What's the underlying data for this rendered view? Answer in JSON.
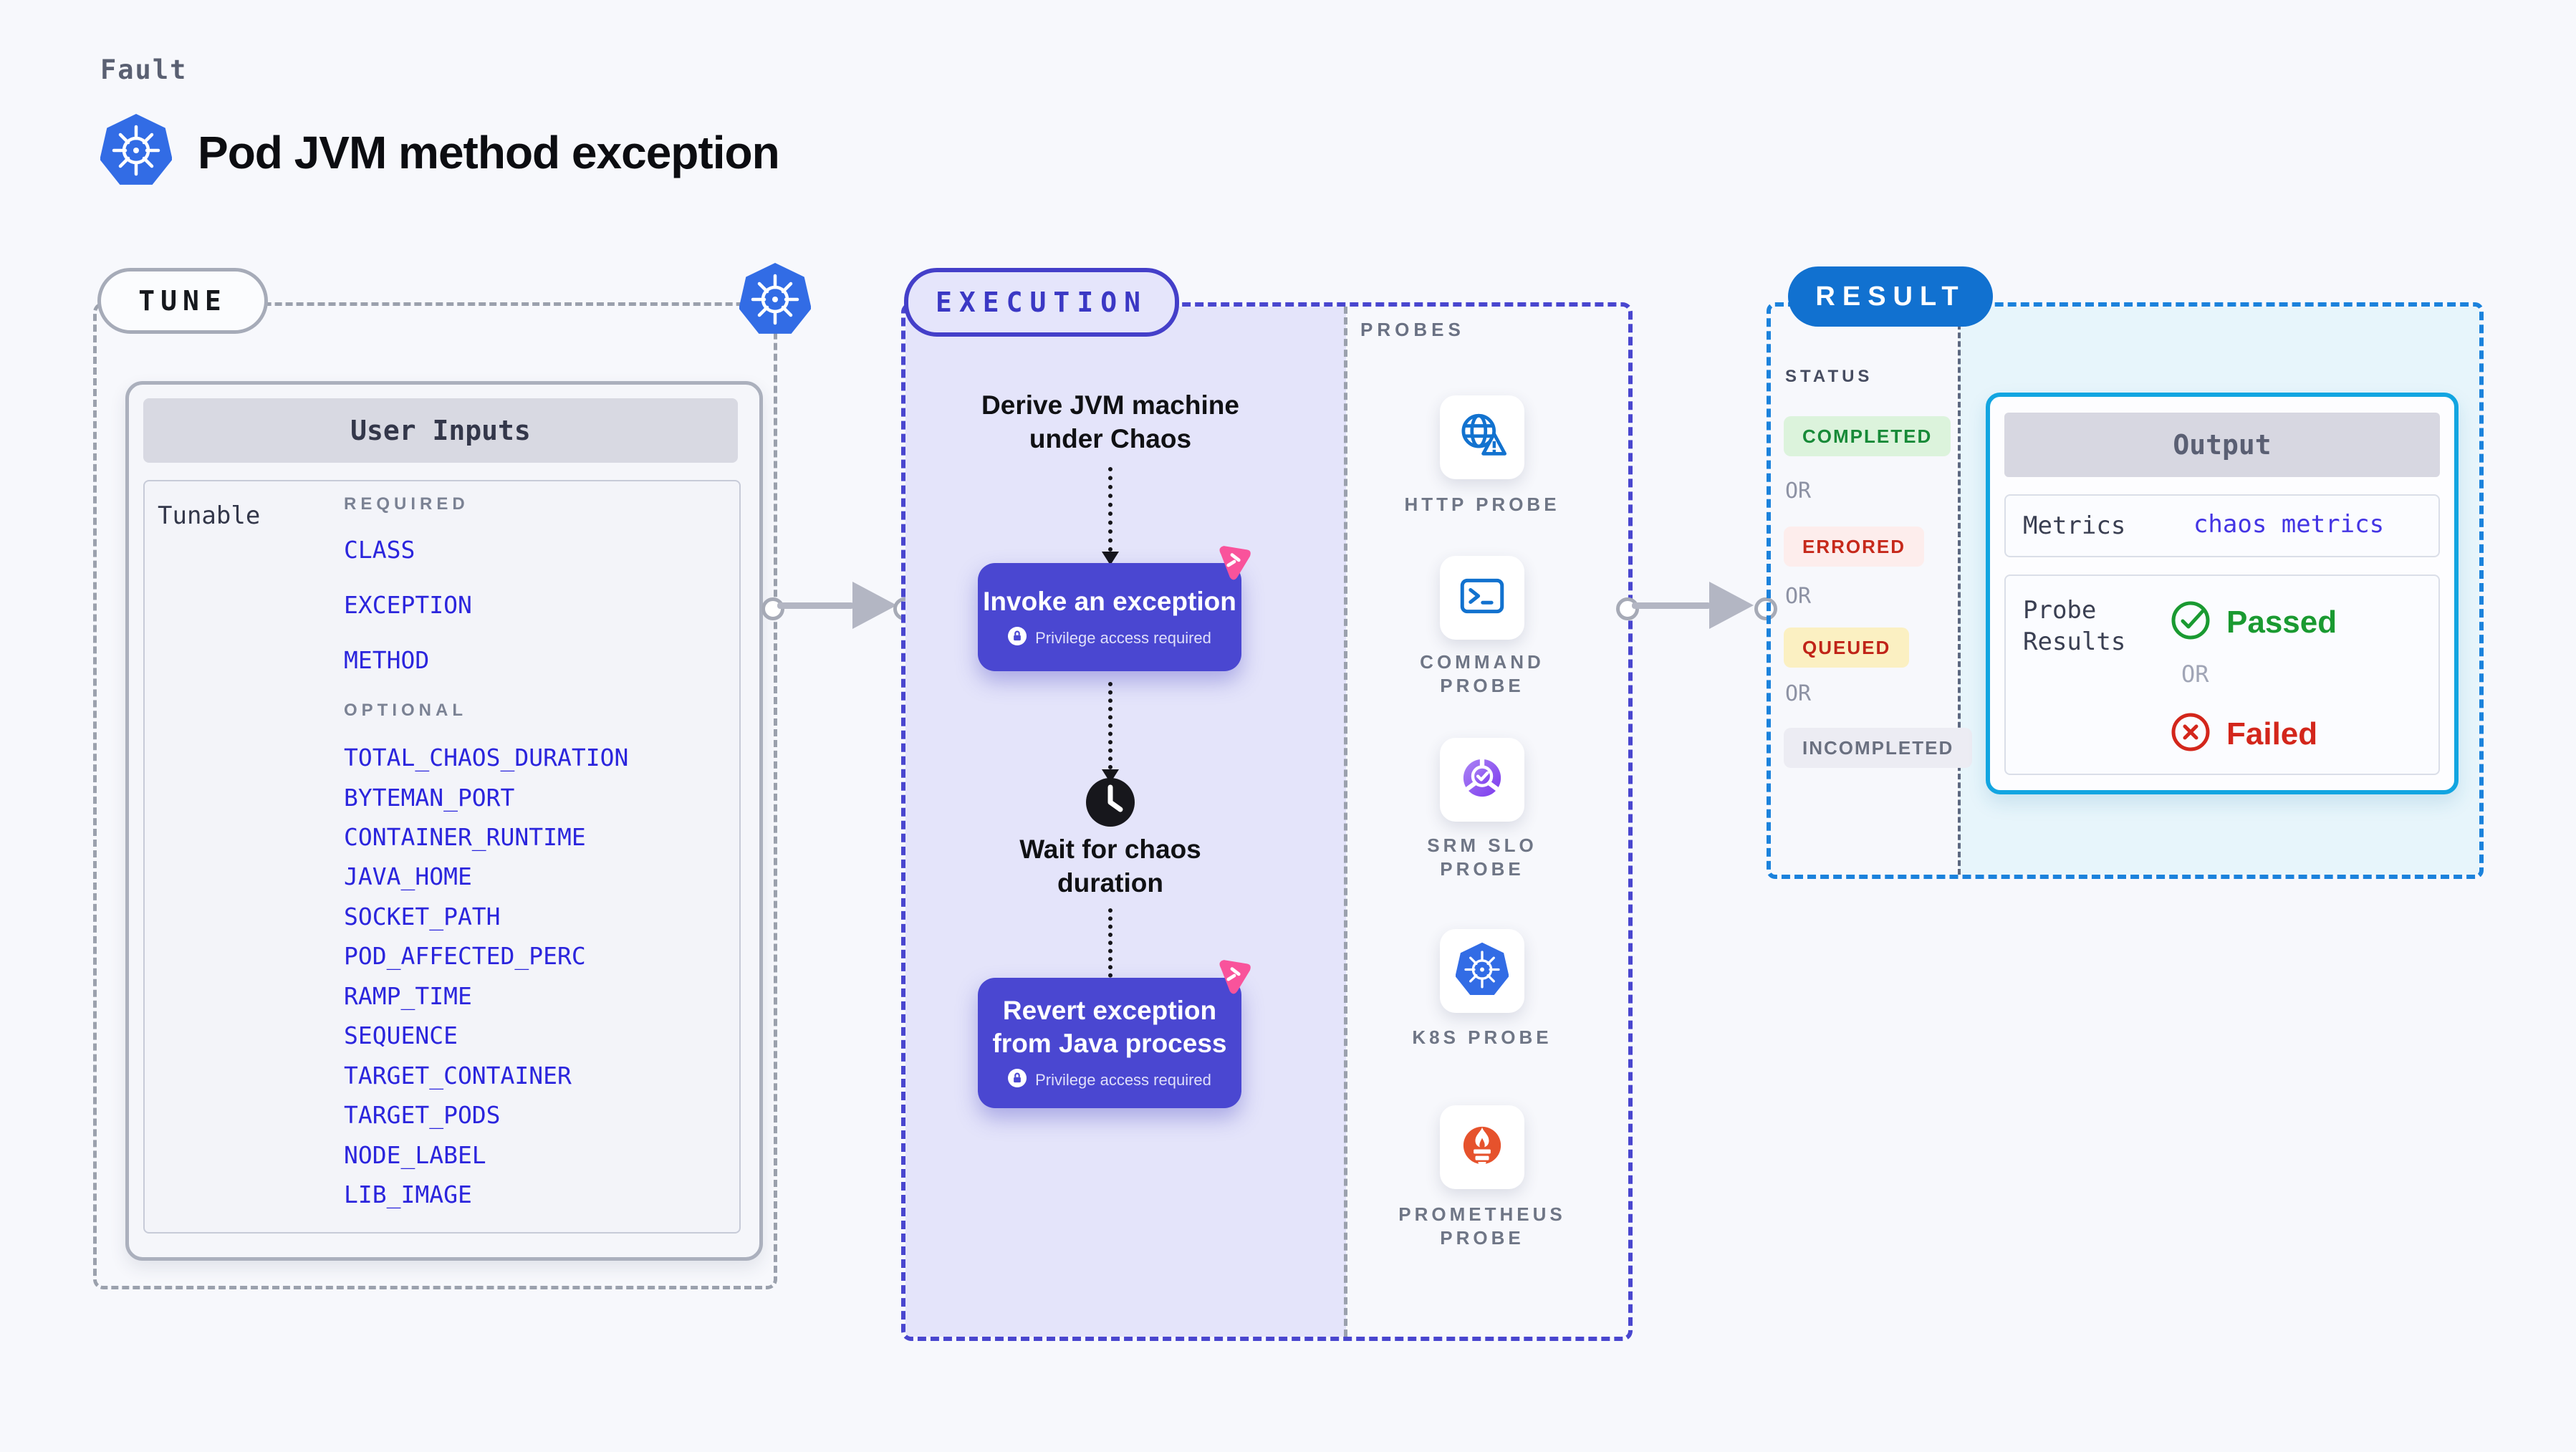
{
  "page": {
    "kicker": "Fault",
    "title": "Pod JVM method exception"
  },
  "tune": {
    "badge": "TUNE",
    "table_title": "User Inputs",
    "row_label": "Tunable",
    "required_label": "REQUIRED",
    "required": [
      "CLASS",
      "EXCEPTION",
      "METHOD"
    ],
    "optional_label": "OPTIONAL",
    "optional": [
      "TOTAL_CHAOS_DURATION",
      "BYTEMAN_PORT",
      "CONTAINER_RUNTIME",
      "JAVA_HOME",
      "SOCKET_PATH",
      "POD_AFFECTED_PERC",
      "RAMP_TIME",
      "SEQUENCE",
      "TARGET_CONTAINER",
      "TARGET_PODS",
      "NODE_LABEL",
      "LIB_IMAGE"
    ]
  },
  "execution": {
    "badge": "EXECUTION",
    "derive_line1": "Derive JVM machine",
    "derive_line2": "under Chaos",
    "invoke_title": "Invoke an exception",
    "invoke_note": "Privilege access required",
    "wait_line1": "Wait for chaos",
    "wait_line2": "duration",
    "revert_line1": "Revert exception",
    "revert_line2": "from Java process",
    "revert_note": "Privilege access required"
  },
  "probes": {
    "label": "PROBES",
    "items": [
      {
        "line1": "HTTP PROBE",
        "line2": "",
        "icon": "http-probe-icon"
      },
      {
        "line1": "COMMAND",
        "line2": "PROBE",
        "icon": "command-probe-icon"
      },
      {
        "line1": "SRM SLO",
        "line2": "PROBE",
        "icon": "srm-slo-probe-icon"
      },
      {
        "line1": "K8S PROBE",
        "line2": "",
        "icon": "k8s-probe-icon"
      },
      {
        "line1": "PROMETHEUS",
        "line2": "PROBE",
        "icon": "prometheus-probe-icon"
      }
    ]
  },
  "result": {
    "badge": "RESULT",
    "status_label": "STATUS",
    "or": "OR",
    "statuses": [
      "COMPLETED",
      "ERRORED",
      "QUEUED",
      "INCOMPLETED"
    ],
    "output": {
      "title": "Output",
      "metrics_label": "Metrics",
      "metrics_value": "chaos metrics",
      "probe_results_label": "Probe Results",
      "passed_label": "Passed",
      "failed_label": "Failed"
    }
  },
  "colors": {
    "kubernetes_blue": "#326ce5",
    "execution_indigo": "#4a47d1",
    "execution_border": "#4946cf",
    "execution_fill": "#e4e4fa",
    "chaos_pink": "#f9539b",
    "probe_icon_blue": "#1272cf",
    "srm_purple": "#7c3aed",
    "prometheus_orange": "#e6522c",
    "result_blue": "#1171d0",
    "output_cyan": "#12a5e1",
    "output_fill": "#e7f5fb",
    "passed_green": "#1a9a31",
    "failed_red": "#d3261b",
    "completed_green": "#178a38",
    "errored_red": "#c6291b",
    "queued_red": "#c02418",
    "incompleted_gray": "#6a7080",
    "tunable_blue": "#2b25dd"
  }
}
